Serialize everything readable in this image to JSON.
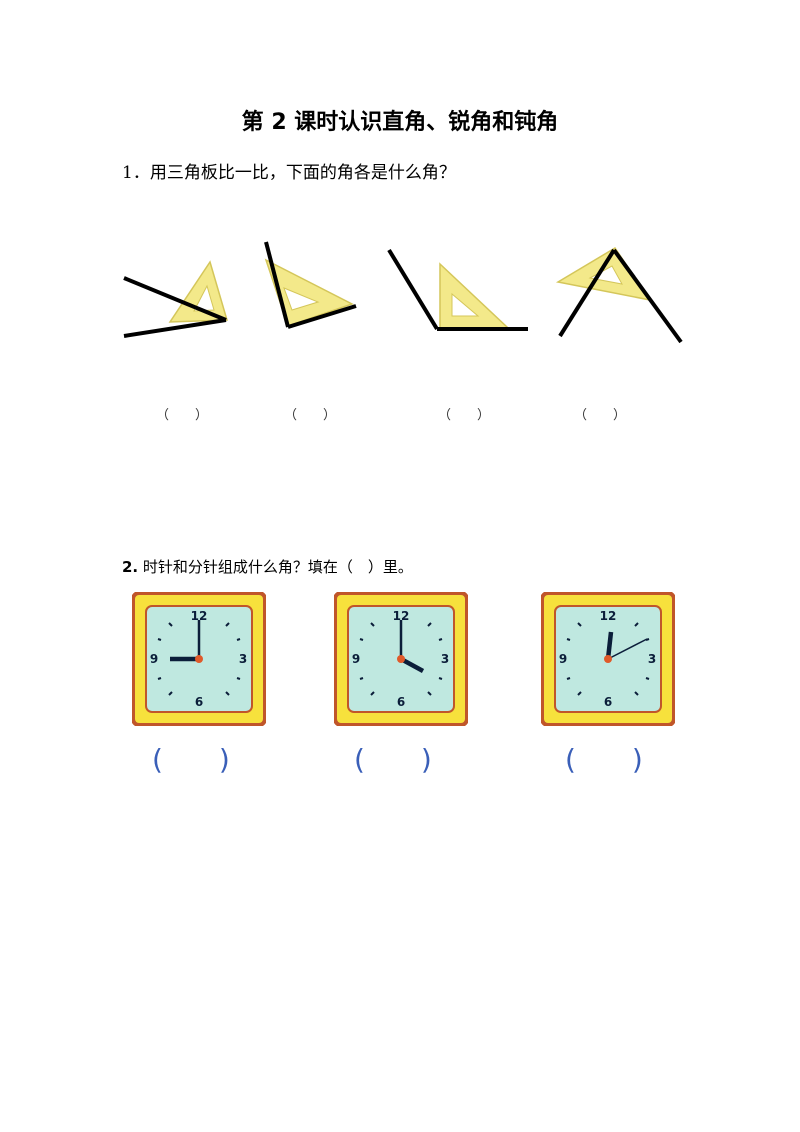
{
  "title": "第 2 课时认识直角、锐角和钝角",
  "question1": {
    "text": "1．用三角板比一比，下面的角各是什么角？",
    "blanks": [
      "（　　）",
      "（　　）",
      "（　　）",
      "（　　）"
    ]
  },
  "question2": {
    "number": "2.",
    "text": "时针和分针组成什么角？填在（　）里。",
    "clock_numerals": [
      "12",
      "3",
      "6",
      "9"
    ],
    "blanks": [
      "(　　)",
      "(　　)",
      "(　　)"
    ]
  },
  "colors": {
    "triangle_fill": "#f3e98a",
    "triangle_stroke": "#d4c65a",
    "clock_frame_outer": "#c0562a",
    "clock_frame_inner": "#f7e13c",
    "clock_face": "#bfe8e0",
    "hand": "#0b1e3a",
    "answer_bracket": "#3a5fb8"
  }
}
